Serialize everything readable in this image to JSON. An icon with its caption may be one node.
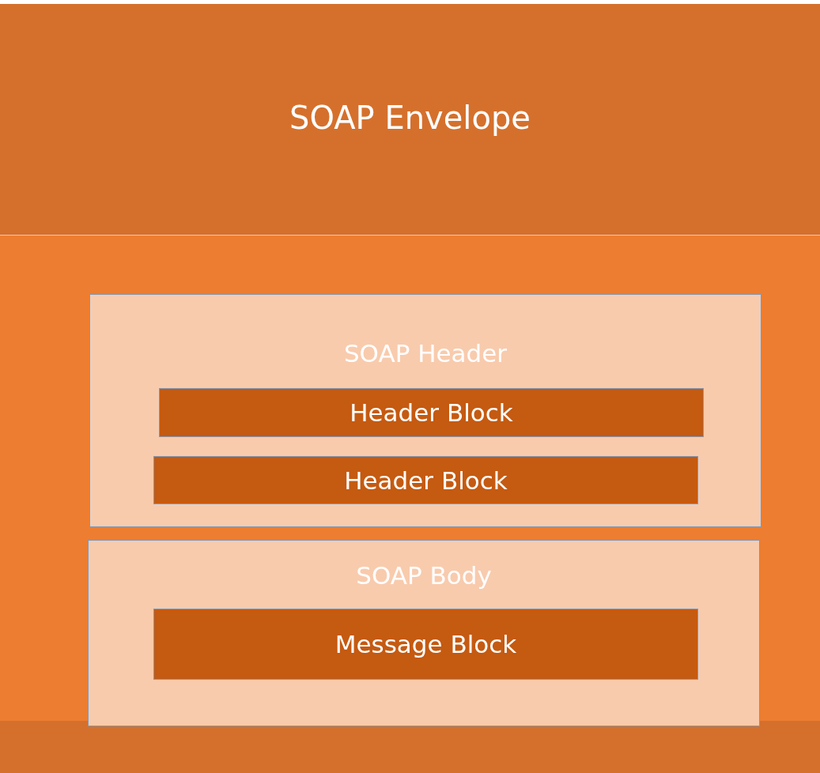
{
  "diagram": {
    "nodes": [
      {
        "text": [
          "SOAP Envelope"
        ]
      },
      {
        "text": [
          "SOAP Header"
        ],
        "in": 0
      },
      {
        "text": [
          "Header Block"
        ],
        "in": 1
      },
      {
        "text": [
          "Header Block"
        ],
        "in": 1
      },
      {
        "text": [
          "SOAP Body"
        ],
        "in": 0
      },
      {
        "text": [
          "Message Block"
        ],
        "in": 4
      }
    ]
  }
}
